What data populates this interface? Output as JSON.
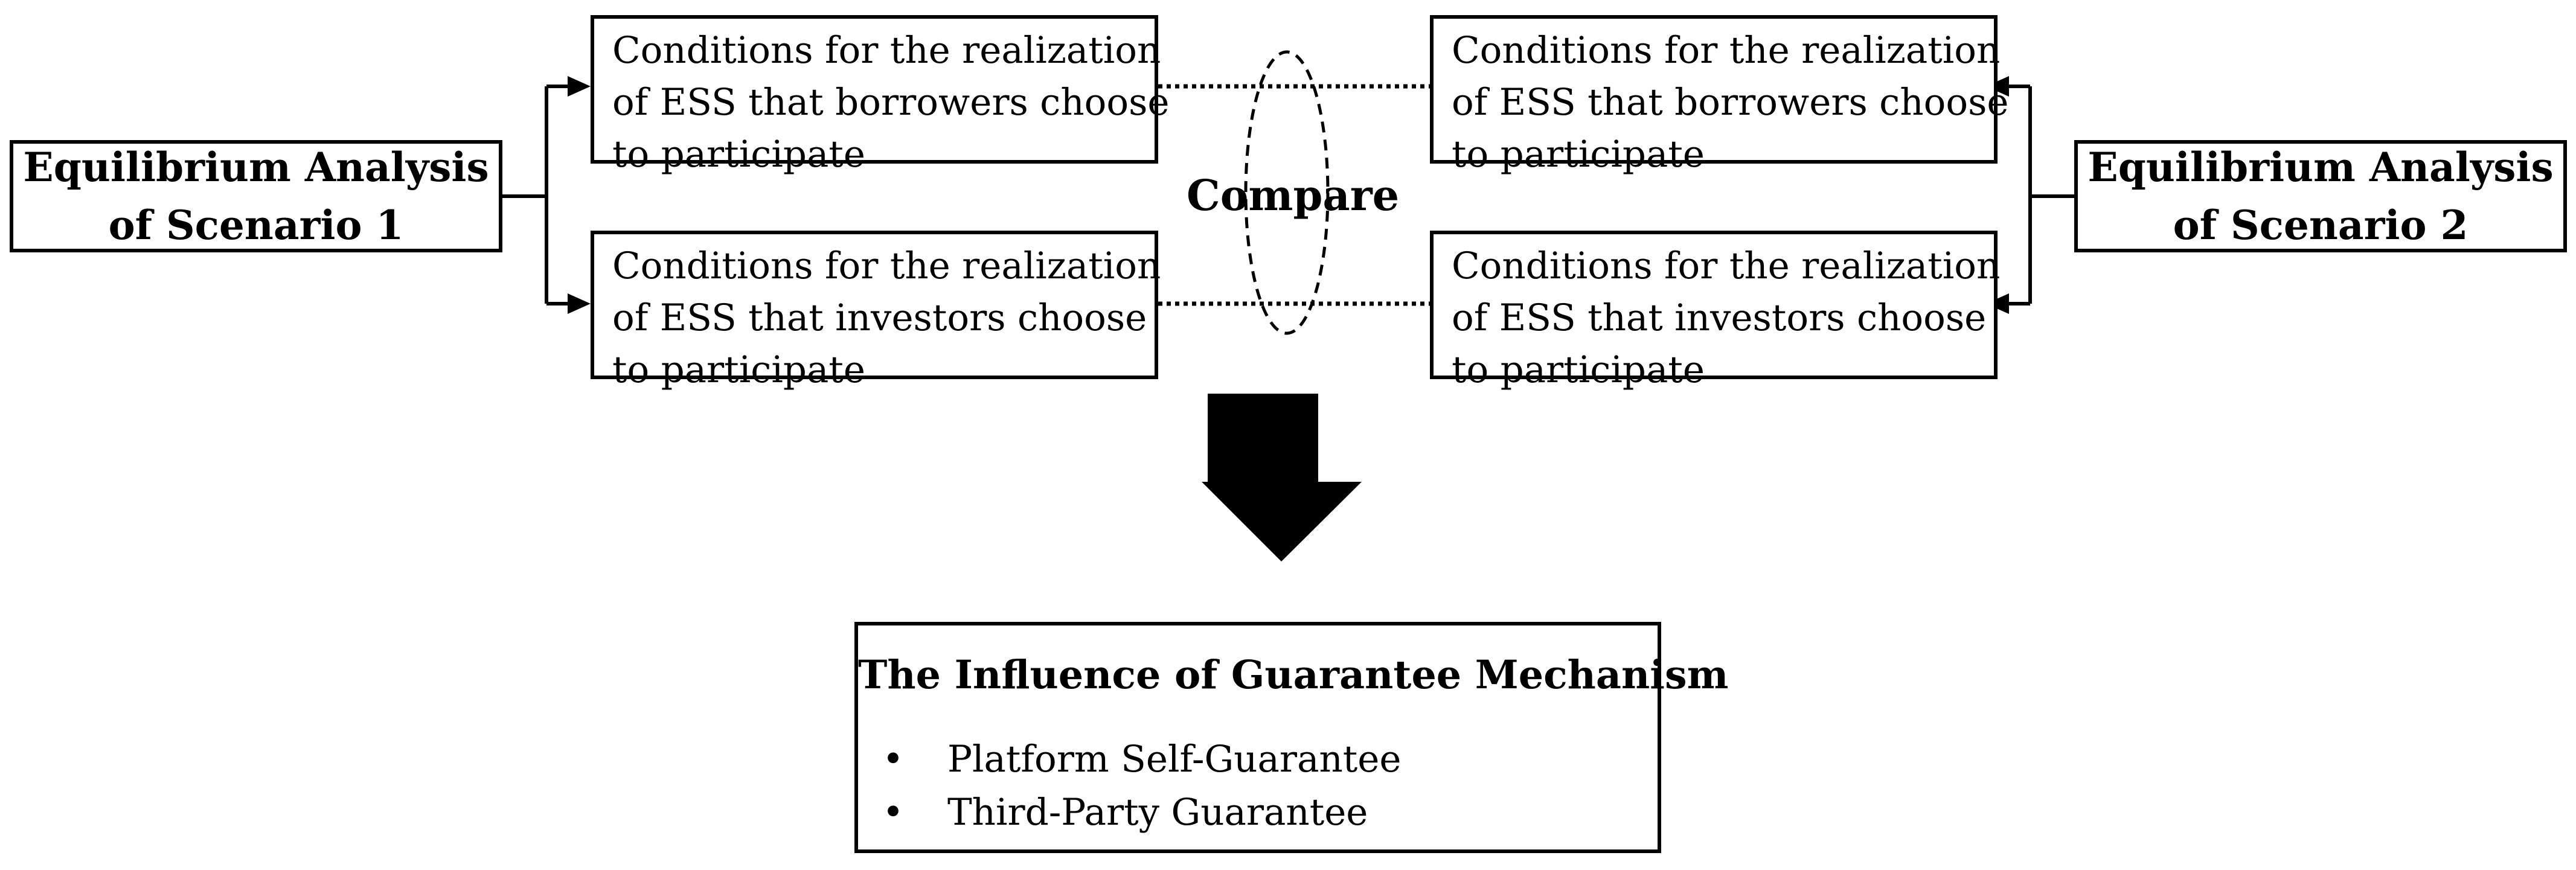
{
  "scenario_left": {
    "line1": "Equilibrium Analysis",
    "line2": "of Scenario 1"
  },
  "scenario_right": {
    "line1": "Equilibrium Analysis",
    "line2": "of Scenario 2"
  },
  "conditions": {
    "left_borrowers": [
      "Conditions for the realization",
      "of ESS that borrowers choose",
      "to participate"
    ],
    "left_investors": [
      "Conditions for the realization",
      "of ESS that investors choose",
      "to participate"
    ],
    "right_borrowers": [
      "Conditions for the realization",
      "of ESS that borrowers choose",
      "to participate"
    ],
    "right_investors": [
      "Conditions for the realization",
      "of ESS that investors choose",
      "to participate"
    ]
  },
  "compare_label": "Compare",
  "result": {
    "title": "The Influence of Guarantee Mechanism",
    "bullet": "•",
    "items": [
      "Platform Self-Guarantee",
      "Third-Party Guarantee"
    ]
  }
}
